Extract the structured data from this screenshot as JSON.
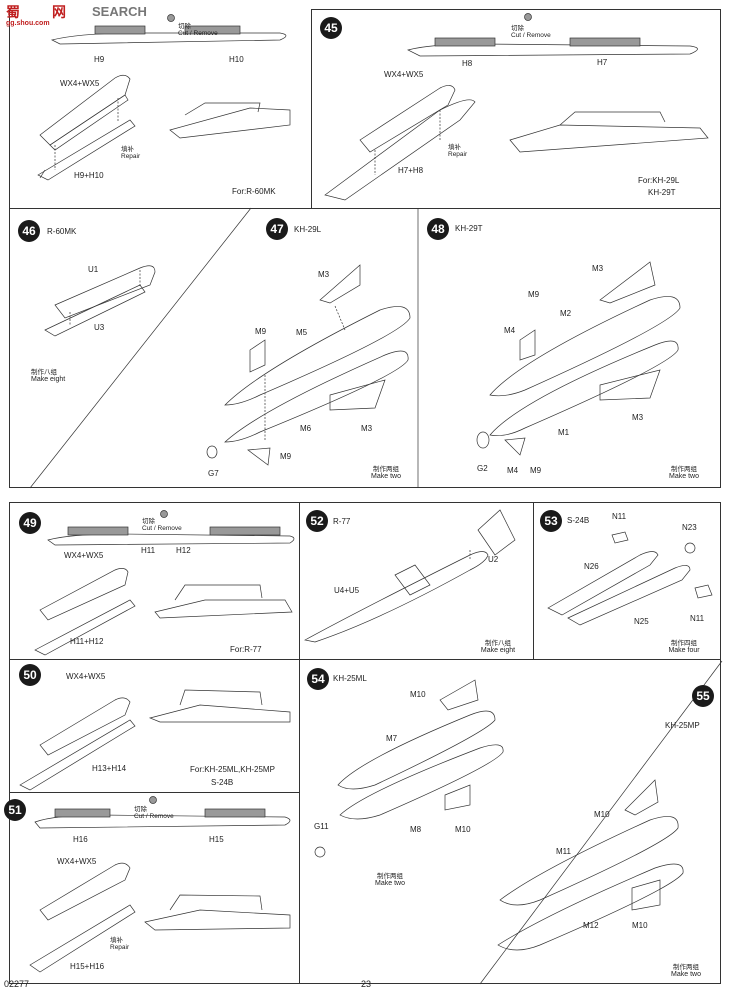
{
  "watermark": {
    "main": "SEARCH",
    "cjk": "蜀",
    "cjk2": "网",
    "sub": "gg.shou.com"
  },
  "cut_remove": {
    "cn": "切除",
    "en": "Cut / Remove"
  },
  "repair": {
    "cn": "填补",
    "en": "Repair"
  },
  "steps": {
    "s44": {
      "h9": "H9",
      "h10": "H10",
      "wx": "WX4+WX5",
      "h9h10": "H9+H10",
      "for": "For:R-60MK"
    },
    "s45": {
      "num": "45",
      "h8": "H8",
      "h7": "H7",
      "wx": "WX4+WX5",
      "h7h8": "H7+H8",
      "for1": "For:KH-29L",
      "for2": "KH-29T"
    },
    "s46": {
      "num": "46",
      "title": "R-60MK",
      "u1": "U1",
      "u3": "U3",
      "cn": "制作八组",
      "en": "Make eight"
    },
    "s47": {
      "num": "47",
      "title": "KH-29L",
      "m3a": "M3",
      "m9a": "M9",
      "m5": "M5",
      "m6": "M6",
      "m3b": "M3",
      "g7": "G7",
      "m9b": "M9",
      "cn": "制作两组",
      "en": "Make two"
    },
    "s48": {
      "num": "48",
      "title": "KH-29T",
      "m3a": "M3",
      "m9": "M9",
      "m4a": "M4",
      "m2": "M2",
      "m1": "M1",
      "m3b": "M3",
      "g2": "G2",
      "m4b": "M4",
      "m9b": "M9",
      "cn": "制作两组",
      "en": "Make two"
    },
    "s49": {
      "num": "49",
      "h11": "H11",
      "h12": "H12",
      "wx": "WX4+WX5",
      "h11h12": "H11+H12",
      "for": "For:R-77"
    },
    "s52": {
      "num": "52",
      "title": "R-77",
      "u2": "U2",
      "u4u5": "U4+U5",
      "cn": "制作八组",
      "en": "Make eight"
    },
    "s53": {
      "num": "53",
      "title": "S-24B",
      "n11a": "N11",
      "n23": "N23",
      "n26": "N26",
      "n25": "N25",
      "n11b": "N11",
      "cn": "制作四组",
      "en": "Make four"
    },
    "s50": {
      "num": "50",
      "wx": "WX4+WX5",
      "h13h14": "H13+H14",
      "for1": "For:KH-25ML,KH-25MP",
      "for2": "S-24B"
    },
    "s54": {
      "num": "54",
      "title": "KH-25ML",
      "m10a": "M10",
      "m7": "M7",
      "g11": "G11",
      "m8": "M8",
      "m10b": "M10",
      "cn": "制作两组",
      "en": "Make two"
    },
    "s55": {
      "num": "55",
      "title": "KH-25MP",
      "m10a": "M10",
      "m11": "M11",
      "m12": "M12",
      "m10b": "M10",
      "cn": "制作两组",
      "en": "Make two"
    },
    "s51": {
      "num": "51",
      "h16": "H16",
      "h15": "H15",
      "wx": "WX4+WX5",
      "h15h16": "H15+H16"
    }
  },
  "footer": {
    "code": "02277",
    "page": "23"
  }
}
